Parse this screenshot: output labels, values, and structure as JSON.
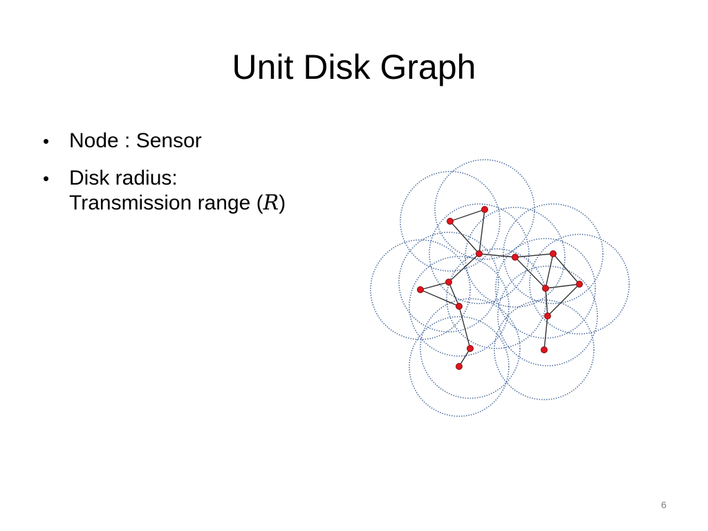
{
  "slide": {
    "title": "Unit Disk Graph",
    "page_number": "6"
  },
  "bullets": [
    {
      "marker": "•",
      "lines": [
        "Node : Sensor"
      ]
    },
    {
      "marker": "•",
      "lines": [
        "Disk radius:",
        "Transmission range (",
        "R",
        ")"
      ]
    }
  ],
  "diagram": {
    "colors": {
      "disk_stroke": "#4f6f9f",
      "node_fill": "#e0141e",
      "node_stroke": "#7f1010",
      "edge": "#333333"
    },
    "nodes": [
      {
        "id": "n1"
      },
      {
        "id": "n2"
      },
      {
        "id": "n3"
      },
      {
        "id": "n4"
      },
      {
        "id": "n5"
      },
      {
        "id": "n6"
      },
      {
        "id": "n7"
      },
      {
        "id": "n8"
      },
      {
        "id": "n9"
      },
      {
        "id": "n10"
      },
      {
        "id": "n11"
      },
      {
        "id": "n12"
      },
      {
        "id": "n13"
      },
      {
        "id": "n14"
      },
      {
        "id": "n15"
      }
    ],
    "edges": [
      [
        "n1",
        "n2"
      ],
      [
        "n1",
        "n3"
      ],
      [
        "n2",
        "n3"
      ],
      [
        "n3",
        "n4"
      ],
      [
        "n4",
        "n5"
      ],
      [
        "n3",
        "n6"
      ],
      [
        "n6",
        "n7"
      ],
      [
        "n7",
        "n8"
      ],
      [
        "n6",
        "n8"
      ],
      [
        "n8",
        "n9"
      ],
      [
        "n9",
        "n10"
      ],
      [
        "n4",
        "n11"
      ],
      [
        "n5",
        "n11"
      ],
      [
        "n11",
        "n12"
      ],
      [
        "n12",
        "n5"
      ],
      [
        "n11",
        "n13"
      ],
      [
        "n12",
        "n13"
      ],
      [
        "n13",
        "n14"
      ]
    ]
  }
}
